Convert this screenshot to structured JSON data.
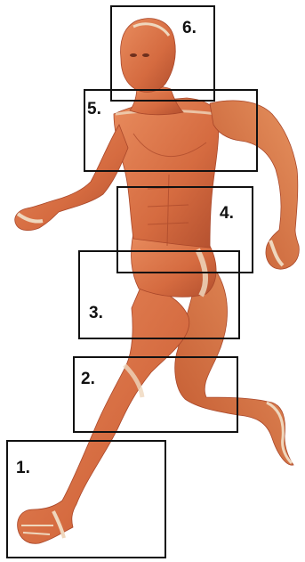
{
  "regions": [
    {
      "label": "1."
    },
    {
      "label": "2."
    },
    {
      "label": "3."
    },
    {
      "label": "4."
    },
    {
      "label": "5."
    },
    {
      "label": "6."
    }
  ],
  "colors": {
    "muscle": "#d9744a",
    "muscle_dark": "#a9472a",
    "tendon": "#efd7bd",
    "outline": "#111111"
  }
}
